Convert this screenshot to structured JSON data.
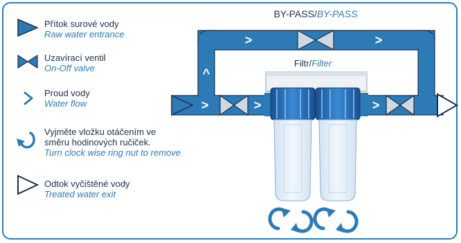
{
  "legend": {
    "inlet": {
      "icon": "inlet-triangle-icon",
      "cz": "Přítok surové vody",
      "en": "Raw water entrance"
    },
    "valve": {
      "icon": "valve-icon",
      "cz": "Uzavírací ventil",
      "en": "On-Off valve"
    },
    "flow": {
      "icon": "flow-chevron-icon",
      "cz": "Proud vody",
      "en": "Water flow"
    },
    "rotate": {
      "icon": "rotate-arrow-icon",
      "cz_line1": "Vyjměte vložku otáčením ve",
      "cz_line2": "směru hodinových ručiček.",
      "en": "Turn clock wise ring nut to remove"
    },
    "outlet": {
      "icon": "outlet-triangle-icon",
      "cz": "Odtok vyčištěné vody",
      "en": "Treated water exit"
    }
  },
  "diagram": {
    "bypass_label_cz": "BY-PASS/",
    "bypass_label_en": "BY-PASS",
    "filter_label_cz": "Filtr/",
    "filter_label_en": "Filter",
    "flow_glyph": ">",
    "up_glyph": "^"
  },
  "colors": {
    "pipe_blue": "#2c7bb6",
    "dark_blue": "#1c2f4a",
    "valve_gray": "#cfd9e3",
    "housing_fill": "#e4eef8",
    "cap_blue": "#1f5fa8"
  }
}
